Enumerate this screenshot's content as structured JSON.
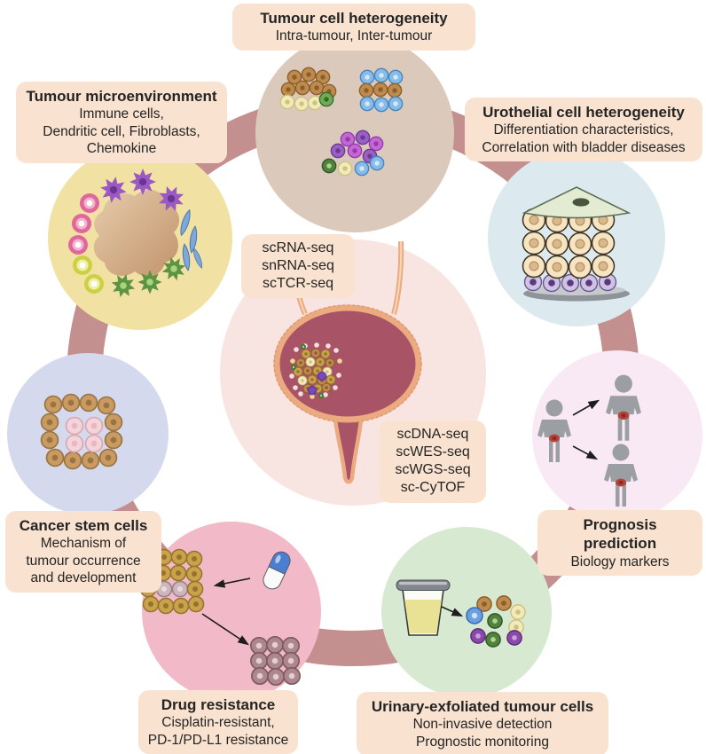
{
  "figure_type": "circular overview diagram of single-cell sequencing applications in bladder cancer",
  "labels": {
    "tumour_cell": {
      "title": "Tumour cell heterogeneity",
      "line1": "Intra-tumour, Inter-tumour"
    },
    "microenvironment": {
      "title": "Tumour microenvironment",
      "line1": "Immune cells,",
      "line2": "Dendritic cell, Fibroblasts,",
      "line3": "Chemokine"
    },
    "urothelial": {
      "title": "Urothelial cell heterogeneity",
      "line1": "Differentiation characteristics,",
      "line2": "Correlation with bladder diseases"
    },
    "seq_top": {
      "line1": "scRNA-seq",
      "line2": "snRNA-seq",
      "line3": "scTCR-seq"
    },
    "seq_bottom": {
      "line1": "scDNA-seq",
      "line2": "scWES-seq",
      "line3": "scWGS-seq",
      "line4": "sc-CyTOF"
    },
    "stem_cells": {
      "title": "Cancer stem cells",
      "line1": "Mechanism of",
      "line2": "tumour occurrence",
      "line3": "and development"
    },
    "prognosis": {
      "title": "Prognosis prediction",
      "line1": "Biology markers"
    },
    "drug": {
      "title": "Drug resistance",
      "line1": "Cisplatin-resistant,",
      "line2": "PD-1/PD-L1 resistance"
    },
    "urinary": {
      "title": "Urinary-exfoliated tumour cells",
      "line1": "Non-invasive detection",
      "line2": "Prognostic monitoring"
    }
  },
  "icons": {
    "bladder-icon": "bladder with ureters, urethra and tumour cell cluster",
    "tumour-clusters-icon": "three heterogeneous tumour cell clusters",
    "microenvironment-icon": "tumour mass with immune cells, dendritic cells, fibroblasts, macrophages",
    "urothelium-layers-icon": "stratified urothelium cell layers over basement membrane",
    "stem-cell-cluster-icon": "tumour cell cluster with central cancer stem cells",
    "patient-outcomes-icon": "patient silhouette with arrows to two outcome patients",
    "capsule-pill-icon": "blue and white drug capsule",
    "resistant-cluster-icon": "drug-resistant tumour cell cluster",
    "urine-cup-icon": "urine specimen cup",
    "exfoliated-cells-icon": "scattered exfoliated tumour cells",
    "arrow-icon": "black pointer arrow"
  },
  "colors": {
    "background": "#ffffff",
    "ring": "#c48f8f",
    "label_background": "#f9e3d0",
    "center_circle": "#f8e5e2",
    "top_circle": "#dbc9bc",
    "microenvironment_circle": "#f1e2a4",
    "urothelial_circle": "#dceaf0",
    "stem_circle": "#d5d9ee",
    "prognosis_circle": "#f9e9f5",
    "drug_circle": "#f2bac9",
    "urinary_circle": "#d8e9d2",
    "bladder_interior": "#a85366",
    "bladder_wall": "#ecaa80",
    "person_silhouette": "#9b9fa3",
    "tumour_spot": "#b5433a"
  }
}
